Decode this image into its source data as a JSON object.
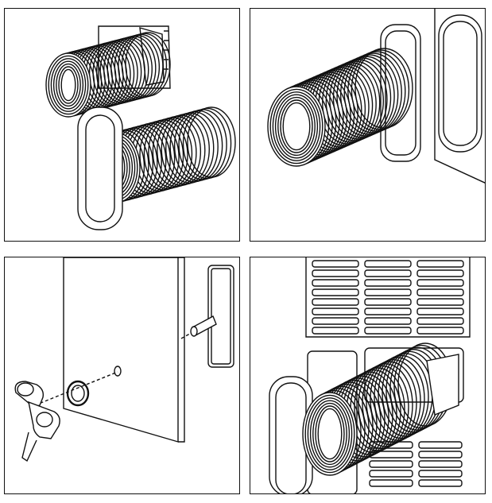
{
  "figure": {
    "panels": [
      {
        "id": "attach-hose-adapters",
        "icon": "hose-and-window-adapter"
      },
      {
        "id": "hose-on-unit-outlet",
        "icon": "hose-connected-to-unit"
      },
      {
        "id": "bracket-and-screw",
        "icon": "wing-screw-and-window-bracket"
      },
      {
        "id": "hose-on-unit-grille",
        "icon": "hose-connected-at-grille"
      }
    ],
    "colors": {
      "line": "#111111",
      "background": "#ffffff"
    }
  }
}
